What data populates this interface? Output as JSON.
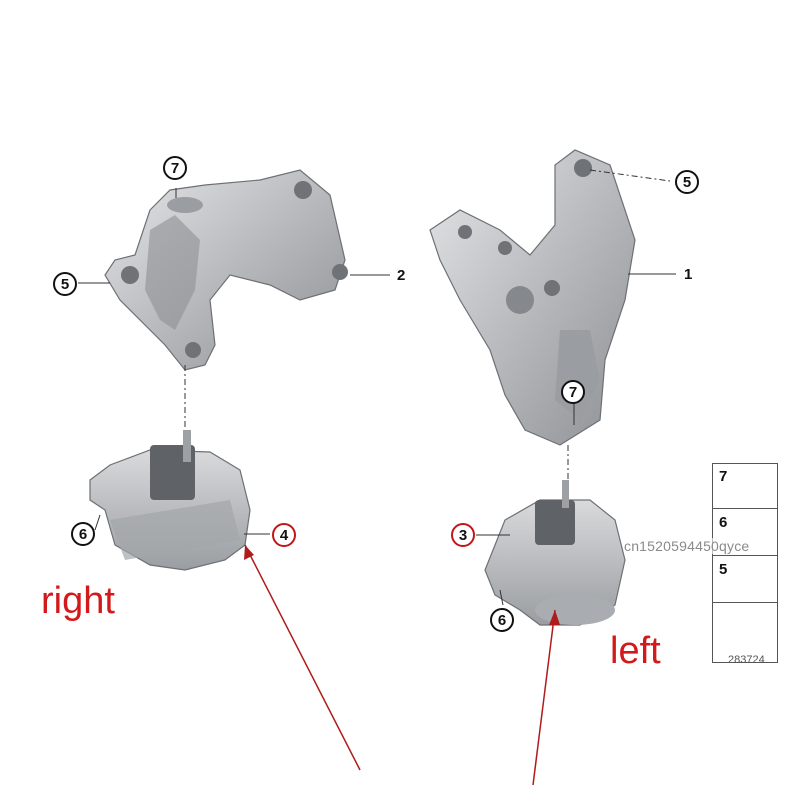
{
  "callouts": {
    "right_bracket_top": "7",
    "right_bracket_left": "5",
    "right_bracket_part": "2",
    "right_mount_bolt": "6",
    "right_mount_part": "4",
    "left_bracket_top": "5",
    "left_bracket_part": "1",
    "left_bracket_nut": "7",
    "left_mount_part": "3",
    "left_mount_bolt": "6"
  },
  "labels": {
    "right": "right",
    "left": "left"
  },
  "legend": {
    "items": [
      {
        "num": "7",
        "icon": "flange-nut-icon"
      },
      {
        "num": "6",
        "icon": "bolt-icon"
      },
      {
        "num": "5",
        "icon": "stud-bolt-icon"
      }
    ],
    "code": "283724"
  },
  "watermark": "cn1520594450qyce",
  "colors": {
    "part_gray": "#b9bbbe",
    "highlight_red": "#c0161a",
    "label_red": "#d31a1a"
  }
}
